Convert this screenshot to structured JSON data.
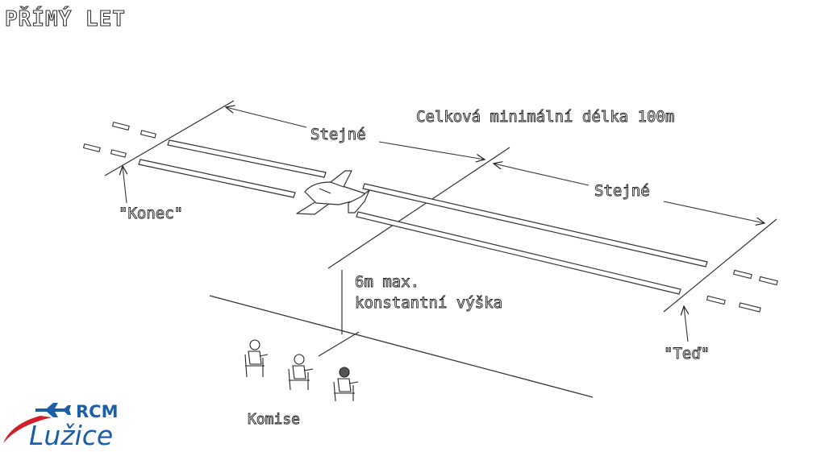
{
  "title": "PŘÍMÝ LET",
  "labels": {
    "total_length": "Celková minimální délka 100m",
    "same_left": "Stejné",
    "same_right": "Stejné",
    "end": "\"Konec\"",
    "now": "\"Teď\"",
    "height_line1": "6m max.",
    "height_line2": "konstantní výška",
    "committee": "Komise"
  },
  "logo": {
    "brand": "RCM",
    "city": "Lužice",
    "color": "#1a5fa8",
    "swoosh_color": "#d0202a"
  }
}
